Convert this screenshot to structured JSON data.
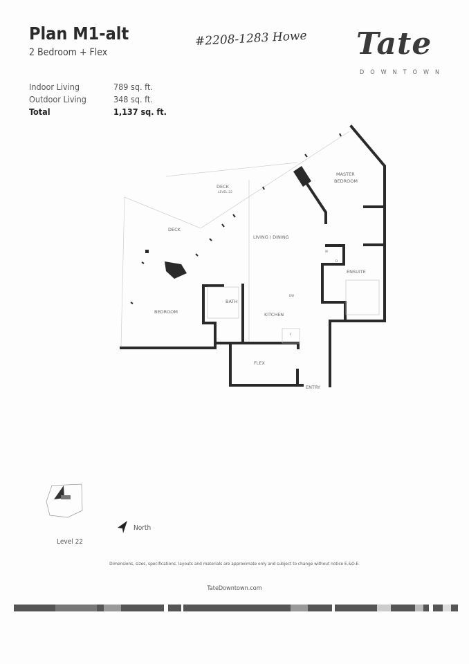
{
  "header": {
    "title": "Plan M1-alt",
    "subtitle": "2 Bedroom + Flex",
    "handwritten_note": "#2208-1283 Howe",
    "logo": "Tate",
    "logo_sub": "DOWNTOWN"
  },
  "areas": [
    {
      "label": "Indoor Living",
      "value": "789 sq. ft."
    },
    {
      "label": "Outdoor Living",
      "value": "348 sq. ft."
    },
    {
      "label": "Total",
      "value": "1,137 sq. ft."
    }
  ],
  "plan_labels": {
    "deck_upper": "DECK",
    "deck_level": "LEVEL 22",
    "deck_lower": "DECK",
    "living": "LIVING / DINING",
    "master": "MASTER",
    "master2": "BEDROOM",
    "ensuite": "ENSUITE",
    "bath": "BATH",
    "kitchen": "KITCHEN",
    "bedroom": "BEDROOM",
    "flex": "FLEX",
    "entry": "ENTRY",
    "dw": "DW",
    "w": "W",
    "d": "D",
    "f": "F"
  },
  "footer": {
    "level": "Level 22",
    "north": "North",
    "disclaimer": "Dimensions, sizes, specifications, layouts and materials are approximate only and subject to change without notice E.&O.E.",
    "url": "TateDowntown.com"
  }
}
